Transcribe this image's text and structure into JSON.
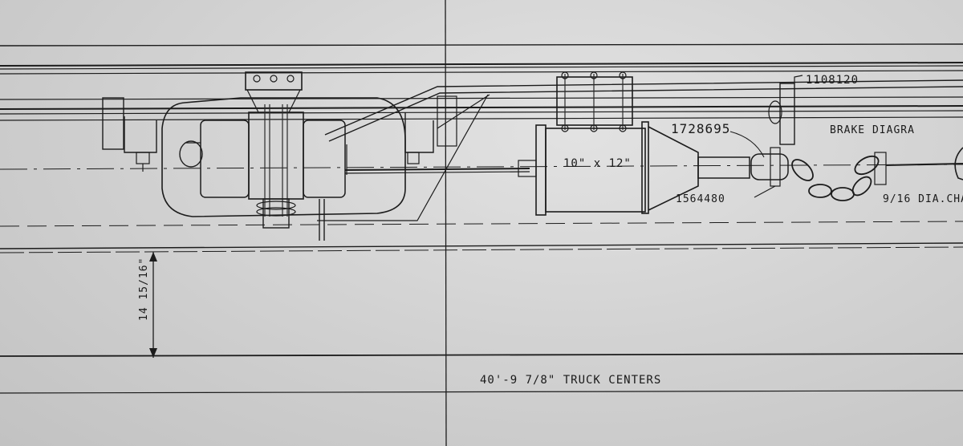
{
  "labels": {
    "part_1108120": "1108120",
    "part_1728695": "1728695",
    "part_1564480": "1564480",
    "brake_diagram": "BRAKE DIAGRA",
    "cylinder_size": "10\" x 12\"",
    "chain_size": "9/16 DIA.CHA",
    "truck_centers": "40'-9 7/8\" TRUCK CENTERS",
    "height_dim": "14 15/16\""
  },
  "colors": {
    "paper": "#d4d4d4",
    "ink": "#1c1c1c"
  }
}
